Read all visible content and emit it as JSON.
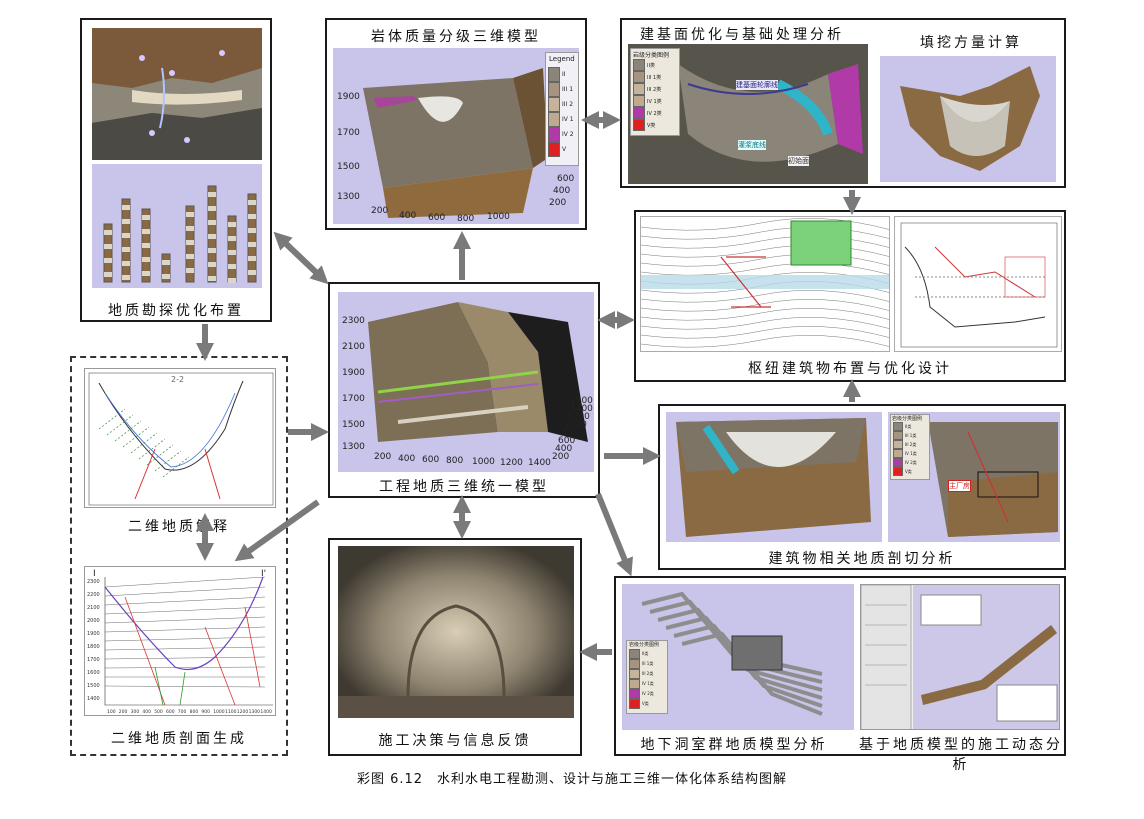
{
  "figure_caption": "彩图 6.12　水利水电工程勘测、设计与施工三维一体化体系结构图解",
  "panels": {
    "survey_layout": {
      "title": "地质勘探优化布置"
    },
    "rock_quality": {
      "title": "岩体质量分级三维模型",
      "legend_title": "Legend",
      "legend_items": [
        "II",
        "III 1",
        "III 2",
        "IV 1",
        "IV 2",
        "V"
      ],
      "legend_colors": [
        "#8b8478",
        "#a69481",
        "#c5b49b",
        "#bfa98f",
        "#b03aa8",
        "#e02020"
      ],
      "z_ticks": [
        "1900",
        "1700",
        "1500",
        "1300"
      ],
      "x_ticks": [
        "200",
        "400",
        "600",
        "800",
        "1000"
      ],
      "y_ticks": [
        "200",
        "400",
        "600"
      ]
    },
    "foundation": {
      "title": "建基面优化与基础处理分析",
      "legend_title": "岩级分类图例",
      "legend_items": [
        "II类",
        "III 1类",
        "III 2类",
        "IV 1类",
        "IV 2类",
        "V类"
      ],
      "labels": [
        "建基面轮廓线",
        "灌浆底线",
        "初始面"
      ]
    },
    "fill_cut": {
      "title": "填挖方量计算"
    },
    "hub_layout": {
      "title": "枢纽建筑物布置与优化设计"
    },
    "unified_model": {
      "title": "工程地质三维统一模型",
      "z_ticks": [
        "2300",
        "2100",
        "1900",
        "1700",
        "1500",
        "1300"
      ],
      "x_ticks": [
        "200",
        "400",
        "600",
        "800",
        "1000",
        "1200",
        "1400"
      ],
      "y_ticks": [
        "200",
        "400",
        "600",
        "800",
        "1000",
        "1200",
        "1400",
        "1600"
      ]
    },
    "interp_2d": {
      "title": "二维地质解释",
      "section_label": "2-2"
    },
    "section_2d": {
      "title": "二维地质剖面生成",
      "left_mark": "I",
      "right_mark": "I'",
      "y_ticks": [
        "2300",
        "2200",
        "2100",
        "2000",
        "1900",
        "1800",
        "1700",
        "1600",
        "1500",
        "1400"
      ],
      "x_ticks": [
        "100",
        "200",
        "300",
        "400",
        "500",
        "600",
        "700",
        "800",
        "900",
        "1000",
        "1100",
        "1200",
        "1300",
        "1400"
      ]
    },
    "building_cut": {
      "title": "建筑物相关地质剖切分析",
      "legend_title": "岩级分类图例",
      "legend_items": [
        "II类",
        "III 1类",
        "III 2类",
        "IV 1类",
        "IV 2类",
        "V类"
      ],
      "tag": "主厂房"
    },
    "construction": {
      "title": "施工决策与信息反馈"
    },
    "underground": {
      "title": "地下洞室群地质模型分析",
      "legend_title": "岩级分类图例",
      "legend_items": [
        "II类",
        "III 1类",
        "III 2类",
        "IV 1类",
        "IV 2类",
        "V类"
      ]
    },
    "dynamic": {
      "title": "基于地质模型的施工动态分析"
    }
  },
  "colors": {
    "lavender": "#c9c4ea",
    "arrow_fill": "#7a7a7a",
    "rock_brown": "#8a6a43",
    "rock_grey": "#9a958a"
  }
}
